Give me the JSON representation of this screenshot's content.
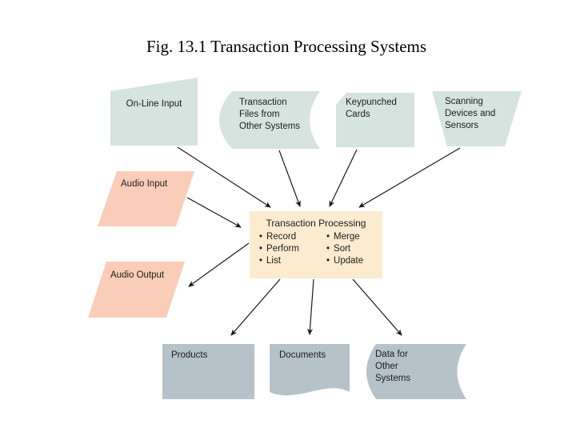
{
  "title": "Fig. 13.1  Transaction Processing Systems",
  "palette": {
    "input_shape": "#d6e4e0",
    "audio_shape": "#f9cdb8",
    "processing_box": "#fcebcf",
    "output_shape": "#b6c2ca",
    "arrow": "#1a1a1a",
    "label_text": "#1c1c1c"
  },
  "shapes": {
    "online_input": {
      "label": "On-Line Input"
    },
    "transaction_files": {
      "label": "Transaction\nFiles from\nOther Systems"
    },
    "keypunched_cards": {
      "label": "Keypunched\nCards"
    },
    "scanning_devices": {
      "label": "Scanning\nDevices and\nSensors"
    },
    "audio_input": {
      "label": "Audio Input"
    },
    "audio_output": {
      "label": "Audio Output"
    },
    "products": {
      "label": "Products"
    },
    "documents": {
      "label": "Documents"
    },
    "data_other_systems": {
      "label": "Data for\nOther\nSystems"
    }
  },
  "processing_box": {
    "title": "Transaction Processing",
    "bullet": "•",
    "left_items": [
      "Record",
      "Perform",
      "List"
    ],
    "right_items": [
      "Merge",
      "Sort",
      "Update"
    ]
  }
}
